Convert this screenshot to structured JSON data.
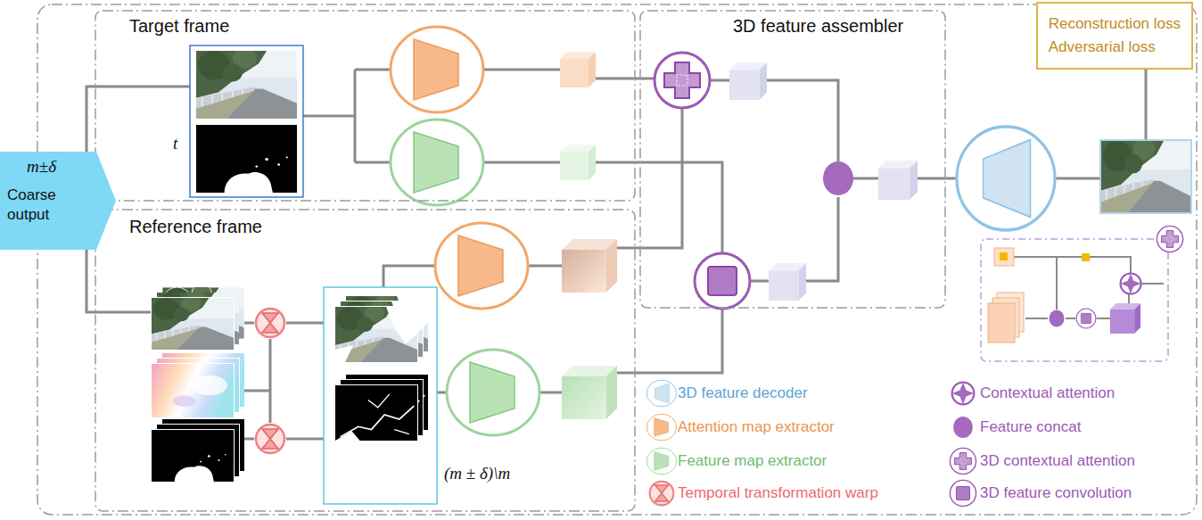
{
  "diagram": {
    "nodes": [
      {
        "text": [
          "Target frame"
        ]
      },
      {
        "text": [
          "m±δ",
          "Coarse output"
        ]
      },
      {
        "text": [
          "Reference frame"
        ]
      },
      {
        "text": [
          "3D feature assembler"
        ]
      },
      {
        "text": [
          "Reconstruction loss",
          "Adversarial loss"
        ]
      }
    ],
    "edges": [
      {
        "from": 1,
        "to": 0,
        "arrow": "none"
      },
      {
        "from": 1,
        "to": 2,
        "arrow": "none"
      }
    ],
    "labels": [
      "t",
      "(m ± δ)\\m"
    ],
    "legend": [
      {
        "text": "3D feature decoder"
      },
      {
        "text": "Attention map extractor"
      },
      {
        "text": "Feature map extractor"
      },
      {
        "text": "Temporal transformation warp"
      },
      {
        "text": "Contextual attention"
      },
      {
        "text": "Feature concat"
      },
      {
        "text": "3D contextual attention"
      },
      {
        "text": "3D feature convolution"
      }
    ]
  }
}
